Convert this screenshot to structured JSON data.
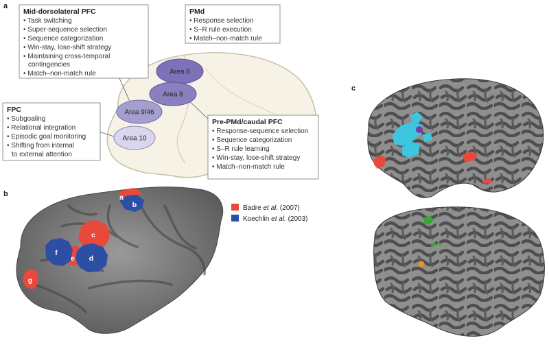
{
  "panels": {
    "a": "a",
    "b": "b",
    "c": "c"
  },
  "panel_a": {
    "mid_dlpfc": {
      "title": "Mid-dorsolateral PFC",
      "items": [
        "Task switching",
        "Super-sequence selection",
        "Sequence categorization",
        "Win-stay, lose-shift strategy",
        "Maintaining cross-temporal",
        "contingencies",
        "Match–non-match rule"
      ]
    },
    "pmd": {
      "title": "PMd",
      "items": [
        "Response selection",
        "S–R rule execution",
        "Match–non-match rule"
      ]
    },
    "fpc": {
      "title": "FPC",
      "items": [
        "Subgoaling",
        "Relational integration",
        "Episodic goal monitoring",
        "Shifting from internal",
        "to external attention"
      ]
    },
    "pre_pmd": {
      "title": "Pre-PMd/caudal PFC",
      "items": [
        "Response-sequence selection",
        "Sequence categorization",
        "S–R rule learning",
        "Win-stay, lose-shift strategy",
        "Match–non-match rule"
      ]
    },
    "areas": {
      "area6": "Area 6",
      "area8": "Area 8",
      "area946": "Area 9/46",
      "area10": "Area 10"
    }
  },
  "panel_b": {
    "labels": {
      "a": "a",
      "b": "b",
      "c": "c",
      "d": "d",
      "e": "e",
      "f": "f",
      "g": "g"
    },
    "legend": {
      "badre": {
        "prefix": "Badre ",
        "italic": "et al.",
        "suffix": " (2007)",
        "color": "#e8493a"
      },
      "koechlin": {
        "prefix": "Koechlin ",
        "italic": "et al.",
        "suffix": " (2003)",
        "color": "#2c4fa3"
      }
    }
  },
  "colors": {
    "red": "#e8493a",
    "blue": "#2c4fa3",
    "cyan": "#3ec6e0",
    "green": "#3aa636",
    "orange": "#e8912e",
    "area_purple": "#7d72b8",
    "area_light": "#a59fd0",
    "area_pale": "#d9d6ee"
  }
}
